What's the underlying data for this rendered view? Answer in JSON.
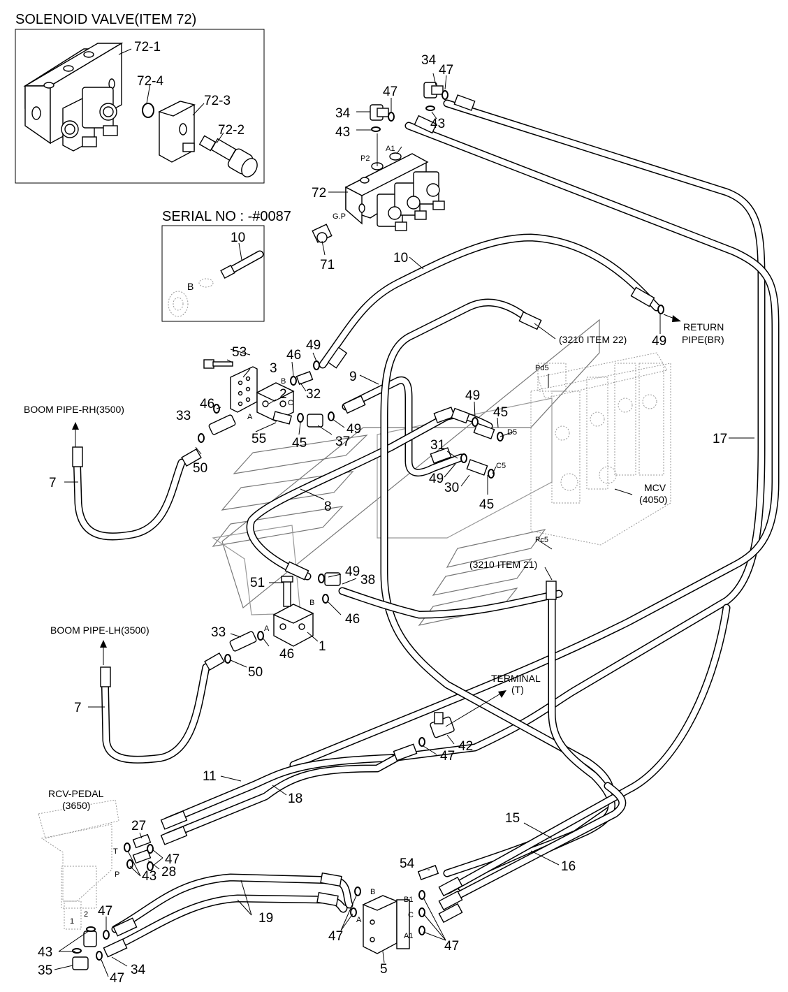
{
  "insets": {
    "solenoid_title": "SOLENOID VALVE(ITEM 72)",
    "serial_title": "SERIAL NO : -#0087"
  },
  "refs": {
    "return_pipe_1": "RETURN",
    "return_pipe_2": "PIPE(BR)",
    "item22": "(3210 ITEM 22)",
    "item21": "(3210 ITEM 21)",
    "mcv_1": "MCV",
    "mcv_2": "(4050)",
    "boom_rh": "BOOM PIPE-RH(3500)",
    "boom_lh": "BOOM PIPE-LH(3500)",
    "terminal_1": "TERMINAL",
    "terminal_2": "(T)",
    "rcv_1": "RCV-PEDAL",
    "rcv_2": "(3650)"
  },
  "port_labels": {
    "p2": "P2",
    "a1_top": "A1",
    "gp": "G.P",
    "b_serial": "B",
    "pd5": "Pd5",
    "d5": "D5",
    "c5": "C5",
    "pc5": "Pc5",
    "b_blk2": "B",
    "c_blk2": "C",
    "a_blk2": "A",
    "b_blk1": "B",
    "a_blk1": "A",
    "t_rcv": "T",
    "p_rcv": "P",
    "one": "1",
    "two": "2",
    "b_blk5": "B",
    "a_blk5": "A",
    "b1_blk5": "B1",
    "c_blk5": "C",
    "a1_blk5": "A1"
  },
  "callouts": {
    "c72_1": "72-1",
    "c72_4": "72-4",
    "c72_3": "72-3",
    "c72_2": "72-2",
    "c34a": "34",
    "c47a": "47",
    "c34b": "34",
    "c47b": "47",
    "c43a": "43",
    "c43b": "43",
    "c72": "72",
    "c71": "71",
    "c10a": "10",
    "c10b": "10",
    "c49a": "49",
    "c53": "53",
    "c3": "3",
    "c46a": "46",
    "c32": "32",
    "c9": "9",
    "c2": "2",
    "c46b": "46",
    "c33a": "33",
    "c55": "55",
    "c45a": "45",
    "c37": "37",
    "c49b": "49",
    "c49c": "49",
    "c45b": "45",
    "c31": "31",
    "c49d": "49",
    "c30": "30",
    "c45c": "45",
    "c8": "8",
    "c7a": "7",
    "c50a": "50",
    "c17": "17",
    "c49e": "49",
    "c38": "38",
    "c51": "51",
    "c46c": "46",
    "c1": "1",
    "c33b": "33",
    "c46d": "46",
    "c50b": "50",
    "c7b": "7",
    "c42": "42",
    "c47c": "47",
    "c11": "11",
    "c18": "18",
    "c27": "27",
    "c47d": "47",
    "c43c": "43",
    "c28": "28",
    "c15": "15",
    "c16": "16",
    "c54": "54",
    "c19": "19",
    "c47e": "47",
    "c47f": "47",
    "c47g": "47",
    "c43d": "43",
    "c34c": "34",
    "c35": "35",
    "c47h": "47",
    "c5": "5"
  }
}
